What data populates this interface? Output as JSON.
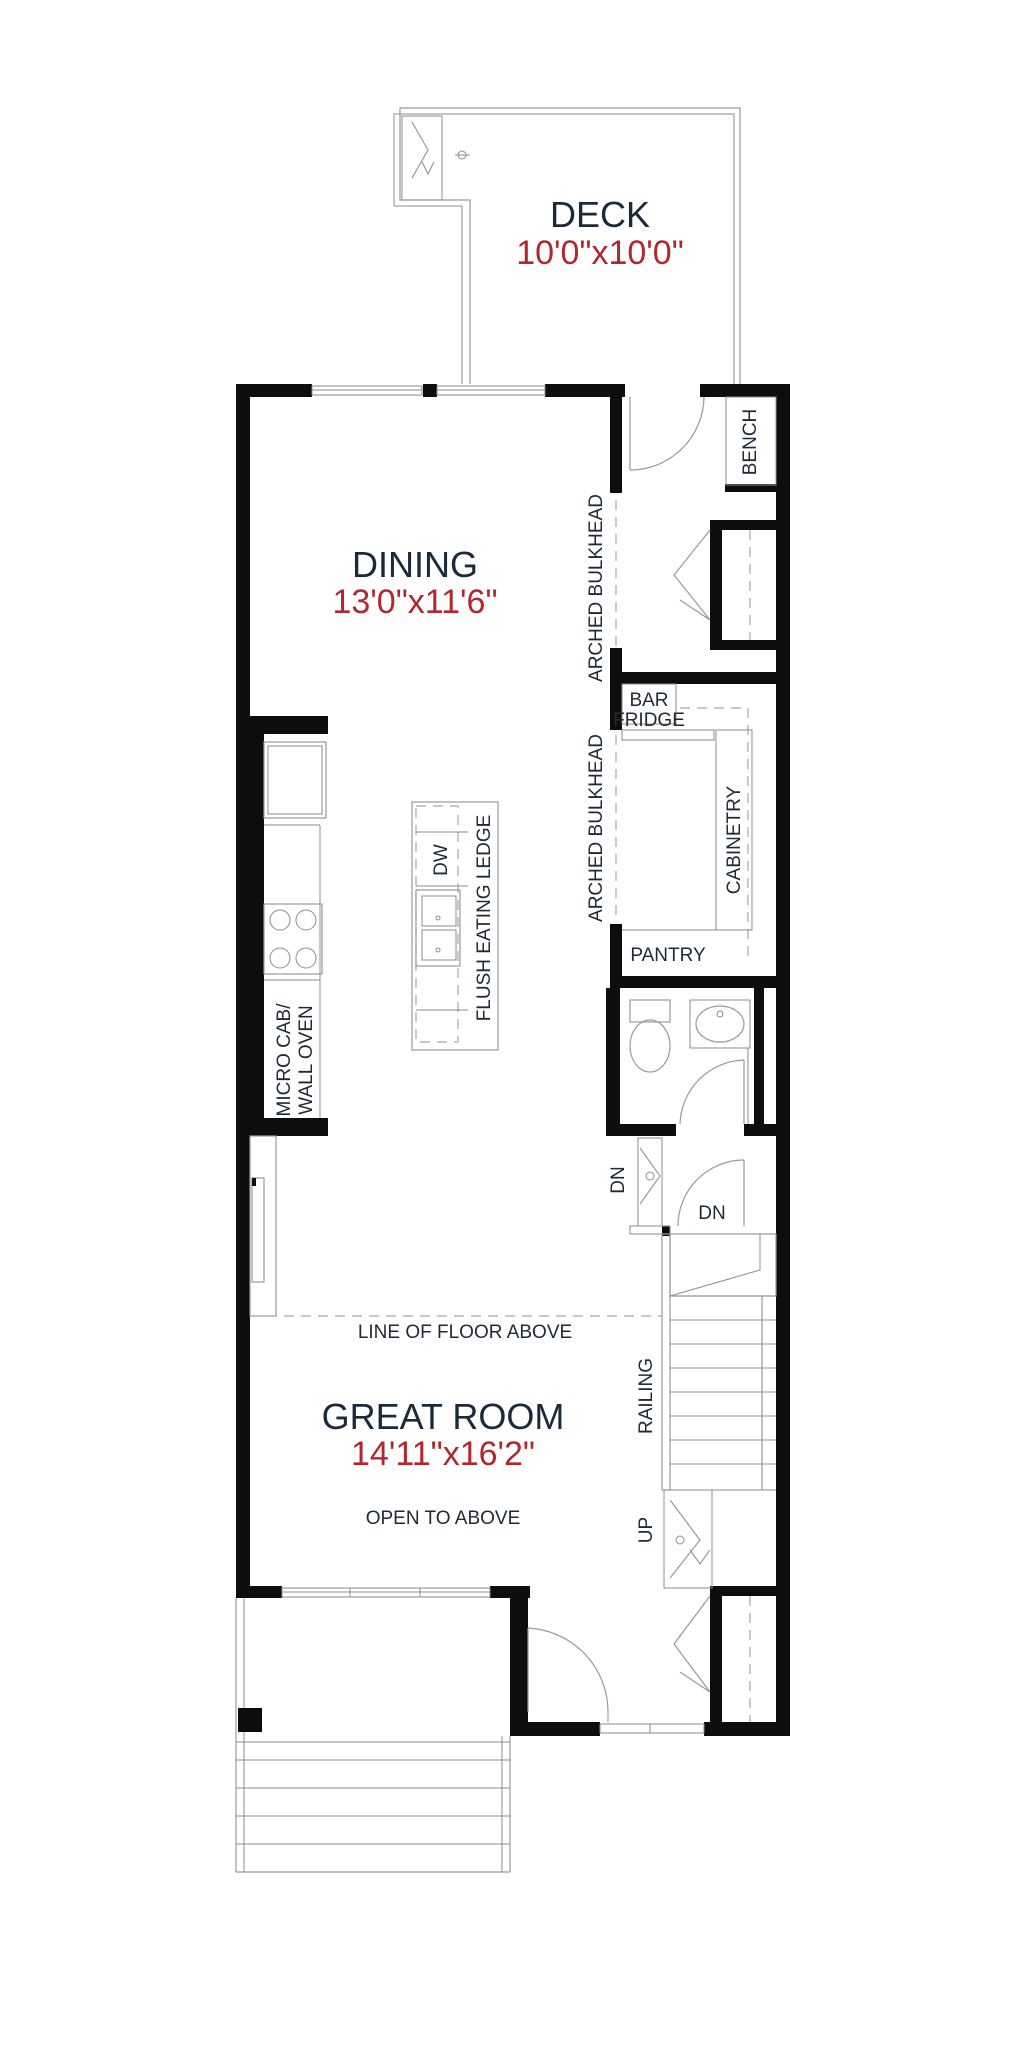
{
  "rooms": {
    "deck": {
      "name": "DECK",
      "size": "10'0\"x10'0\""
    },
    "dining": {
      "name": "DINING",
      "size": "13'0\"x11'6\""
    },
    "great_room": {
      "name": "GREAT ROOM",
      "size": "14'11\"x16'2\""
    }
  },
  "labels": {
    "bench": "BENCH",
    "arched_bulkhead_upper": "ARCHED BULKHEAD",
    "arched_bulkhead_lower": "ARCHED BULKHEAD",
    "bar_fridge_1": "BAR",
    "bar_fridge_2": "FRIDGE",
    "cabinetry": "CABINETRY",
    "pantry": "PANTRY",
    "dw": "DW",
    "flush_eating_ledge": "FLUSH EATING LEDGE",
    "micro_cab_1": "MICRO CAB/",
    "micro_cab_2": "WALL OVEN",
    "dn_left": "DN",
    "dn_right": "DN",
    "line_of_floor_above": "LINE OF FLOOR ABOVE",
    "railing": "RAILING",
    "open_to_above": "OPEN TO ABOVE",
    "up": "UP"
  },
  "colors": {
    "wall": "#0d0d0d",
    "room_name": "#1a2a3a",
    "dimension": "#b1272d",
    "line": "#9a9a9a"
  }
}
